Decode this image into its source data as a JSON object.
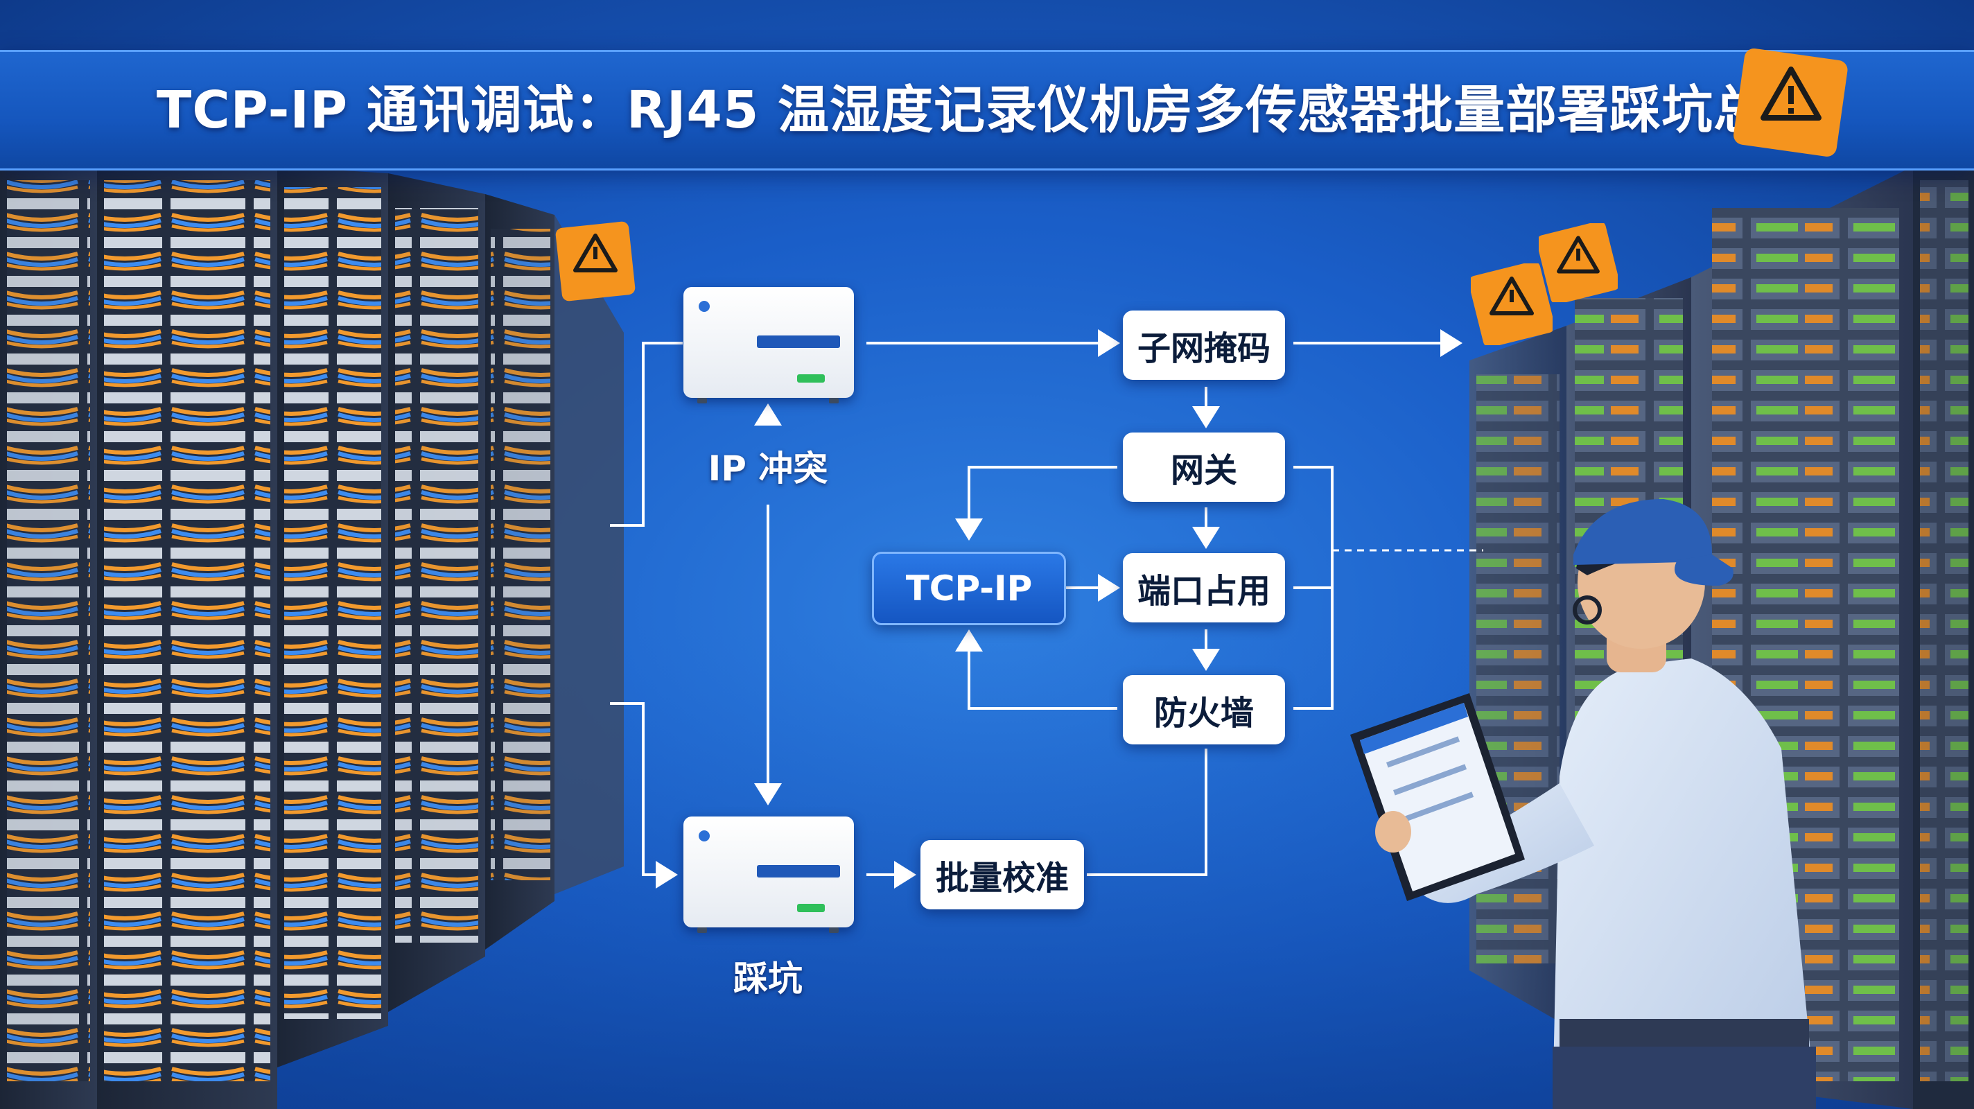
{
  "title": "TCP-IP 通讯调试：RJ45 温湿度记录仪机房多传感器批量部署踩坑总结",
  "nodes": {
    "subnet": "子网掩码",
    "gateway": "网关",
    "tcp": "TCP-IP",
    "port": "端口占用",
    "firewall": "防火墙",
    "calibrate": "批量校准"
  },
  "labels": {
    "ip_conflict": "IP 冲突",
    "pitfall": "踩坑"
  },
  "colors": {
    "accent": "#1556bd",
    "warning": "#f5941e",
    "node_bg": "#ffffff",
    "arrow": "#ffffff"
  },
  "icons": [
    "warning-icon",
    "recorder-device",
    "server-rack",
    "technician",
    "tablet"
  ]
}
